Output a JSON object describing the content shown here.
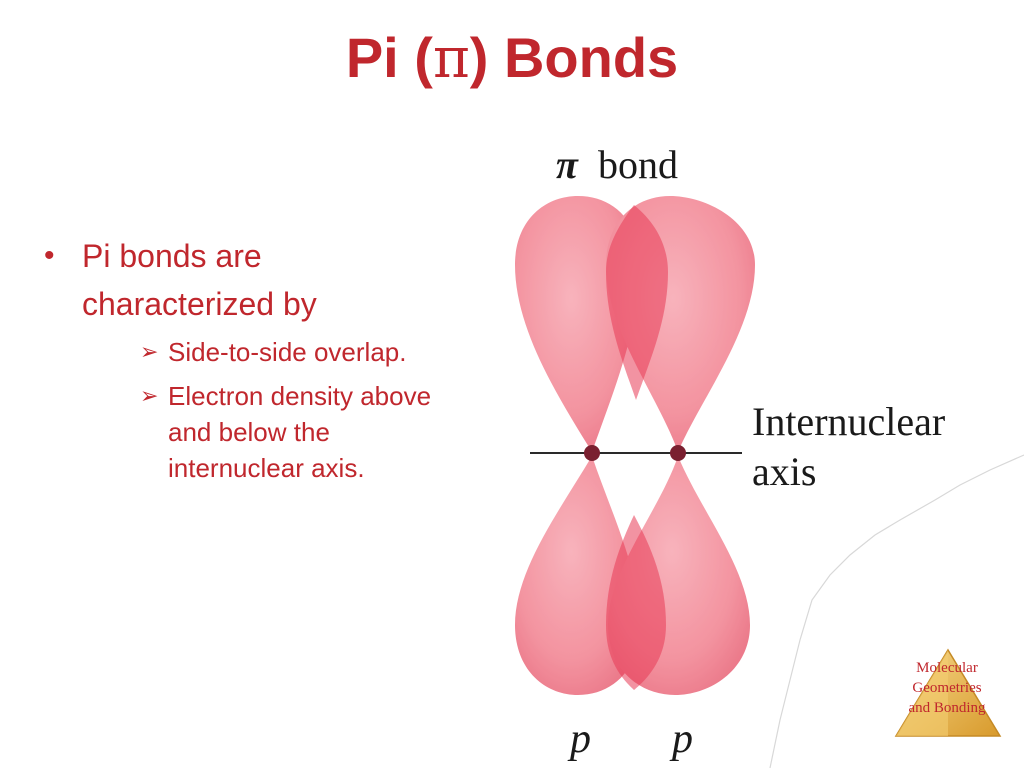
{
  "slide": {
    "title_prefix": "Pi (",
    "title_symbol": "π",
    "title_suffix": ") Bonds"
  },
  "bullets": {
    "main": "Pi bonds are characterized by",
    "marker": "•",
    "sub_marker": "➢",
    "sub_items": [
      "Side-to-side overlap.",
      "Electron density above and below the internuclear axis."
    ]
  },
  "diagram": {
    "bond_symbol": "π",
    "bond_word": "bond",
    "axis_label_line1": "Internuclear",
    "axis_label_line2": "axis",
    "orbital_left": "p",
    "orbital_right": "p",
    "lobe_color": "#f06d7f",
    "nucleus_color": "#7a2030"
  },
  "logo": {
    "line1": "Molecular",
    "line2": "Geometries",
    "line3": "and Bonding"
  },
  "colors": {
    "accent": "#c0272d",
    "logo_gold": "#e8b84a"
  }
}
